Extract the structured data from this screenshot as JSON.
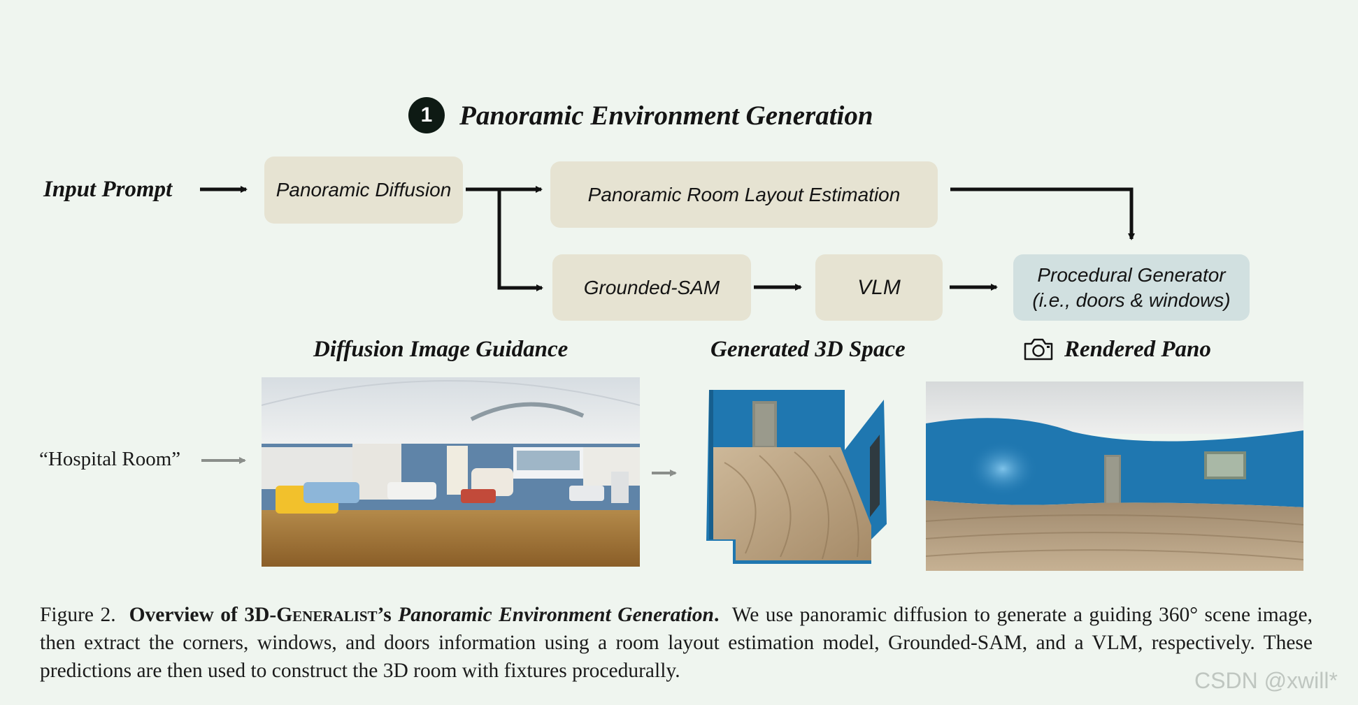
{
  "title": {
    "badge": "1",
    "text": "Panoramic Environment Generation"
  },
  "input_prompt": "Input Prompt",
  "boxes": {
    "panoramic_diffusion": "Panoramic Diffusion",
    "layout_estimation": "Panoramic Room Layout Estimation",
    "grounded_sam": "Grounded-SAM",
    "vlm": "VLM",
    "procedural_line1": "Procedural Generator",
    "procedural_line2": "(i.e., doors & windows)"
  },
  "labels": {
    "diffusion_guidance": "Diffusion Image Guidance",
    "generated_3d": "Generated 3D Space",
    "rendered_pano": "Rendered Pano"
  },
  "hospital_prompt": "“Hospital Room”",
  "caption": {
    "figure_label": "Figure 2.",
    "bold_prefix": "Overview of 3D-",
    "bold_smallcaps": "Generalist",
    "bold_suffix": "’s",
    "italic_title": "Panoramic Environment Generation",
    "bold_period": ".",
    "body": "We use panoramic diffusion to generate a guiding 360° scene image, then extract the corners, windows, and doors information using a room layout estimation model, Grounded-SAM, and a VLM, respectively. These predictions are then used to construct the 3D room with fixtures procedurally."
  },
  "watermark": "CSDN @xwill*",
  "colors": {
    "background": "#eff5ef",
    "box_beige": "#e6e3d2",
    "box_blue": "#d1e0e0",
    "wall_blue": "#1f77b0",
    "floor_wood": "#b79b74"
  }
}
